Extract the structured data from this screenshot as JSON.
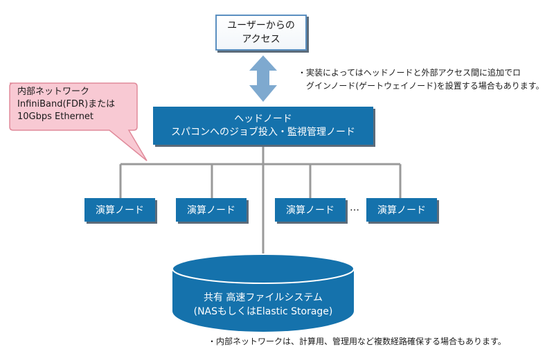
{
  "access": {
    "line1": "ユーザーからの",
    "line2": "アクセス"
  },
  "head_node": {
    "line1": "ヘッドノード",
    "line2": "スパコンへのジョブ投入・監視管理ノード"
  },
  "compute_nodes": [
    {
      "label": "演算ノード"
    },
    {
      "label": "演算ノード"
    },
    {
      "label": "演算ノード"
    },
    {
      "label": "演算ノード"
    }
  ],
  "ellipsis": "…",
  "storage": {
    "line1": "共有 高速ファイルシステム",
    "line2": "(NASもしくはElastic Storage)"
  },
  "callout": {
    "line1": "内部ネットワーク",
    "line2": "InfiniBand(FDR)または",
    "line3": "10Gbps Ethernet"
  },
  "notes": {
    "login": {
      "line1": "・実装によってはヘッドノードと外部アクセス間に追加でロ",
      "line2": "グインノード(ゲートウェイノード)を設置する場合もあります。"
    },
    "network": "・内部ネットワークは、計算用、管理用など複数経路確保する場合もあります。"
  },
  "colors": {
    "node_fill": "#1572ac",
    "access_border": "#5a8fc0",
    "arrow_fill": "#7ea9cf",
    "connector": "#9a9a9a",
    "callout_fill": "#f8c9d3",
    "callout_border": "#e08a9a"
  }
}
